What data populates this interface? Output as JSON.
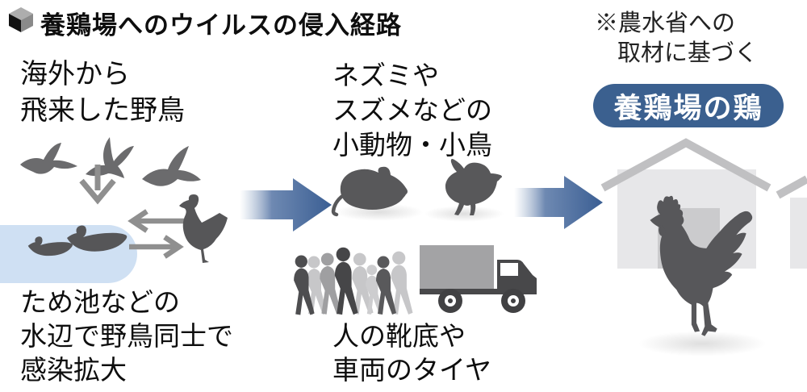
{
  "title": "養鶏場へのウイルスの侵入経路",
  "note": [
    "※農水省への",
    "取材に基づく"
  ],
  "badge": "養鶏場の鶏",
  "labels": {
    "wild_birds": [
      "海外から",
      "飛来した野鳥"
    ],
    "pond_infection": [
      "ため池などの",
      "水辺で野鳥同士で",
      "感染拡大"
    ],
    "small_animals": [
      "ネズミや",
      "スズメなどの",
      "小動物・小鳥"
    ],
    "footwear_tires": [
      "人の靴底や",
      "車両のタイヤ"
    ]
  },
  "icons": {
    "title_bullet": "cube-icon",
    "flow_arrows": "blue-right-block-arrow",
    "left_section": [
      "flying-wild-birds-icon",
      "down-arrow-icon",
      "pond-shape",
      "swimming-ducks-icon",
      "exchange-arrows-icon",
      "standing-duck-icon"
    ],
    "middle_section": [
      "rat-icon",
      "sparrow-icon",
      "walking-people-icon",
      "truck-icon"
    ],
    "right_section": [
      "poultry-house-icon",
      "rooster-icon"
    ]
  },
  "colors": {
    "badge_blue": "#3b608f",
    "arrow_blue_dark": "#3a5e93",
    "arrow_blue_mid": "#6e89b2",
    "pond_blue": "#cfe0f3",
    "silhouette_gray": "#58585a",
    "light_figure_gray": "#c7c7c9",
    "mid_figure_gray": "#9f9fa1",
    "line_arrow_gray": "#8f8f8f",
    "house_wall": "#e7e7e9",
    "house_roof": "#c0c0c2",
    "text": "#0e0e0e"
  }
}
